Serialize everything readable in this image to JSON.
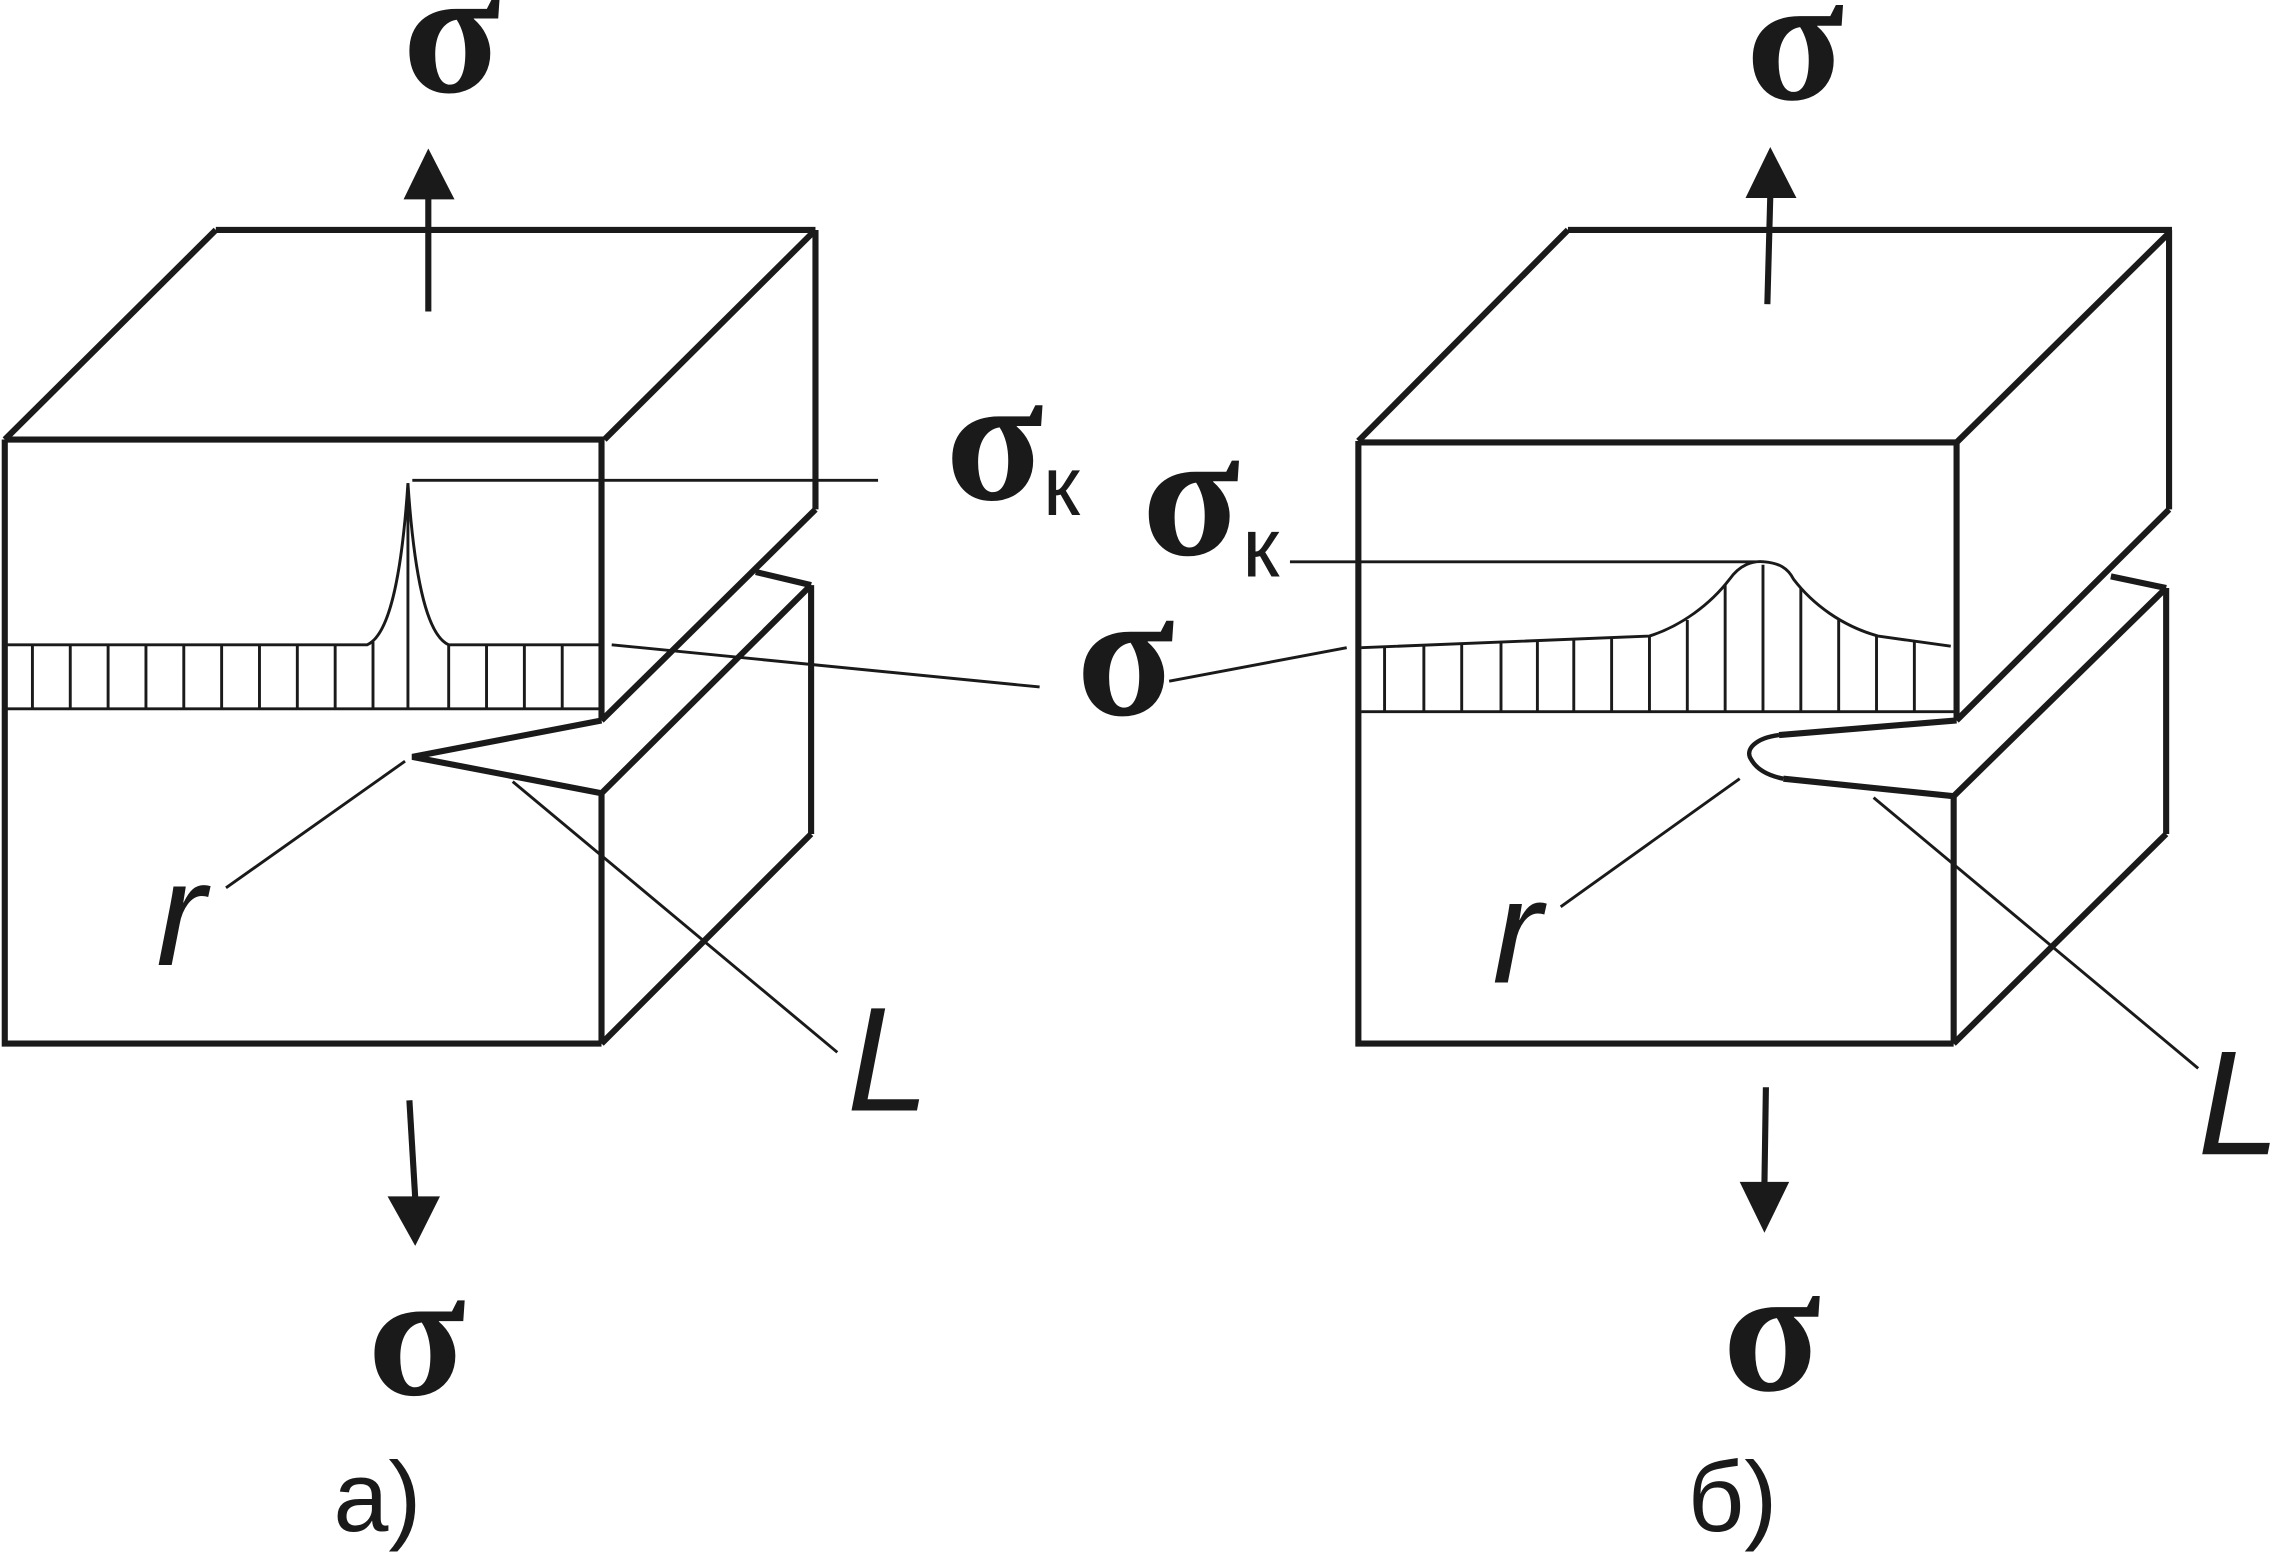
{
  "sigma_middle": "σ",
  "panels": [
    {
      "caption": "а)",
      "sigma_top": "σ",
      "sigma_bottom": "σ",
      "sigma_k_symbol": "σ",
      "sigma_k_subscript": "к",
      "r": "r",
      "L": "L"
    },
    {
      "caption": "б)",
      "sigma_top": "σ",
      "sigma_bottom": "σ",
      "sigma_k_symbol": "σ",
      "sigma_k_subscript": "к",
      "r": "r",
      "L": "L"
    }
  ]
}
